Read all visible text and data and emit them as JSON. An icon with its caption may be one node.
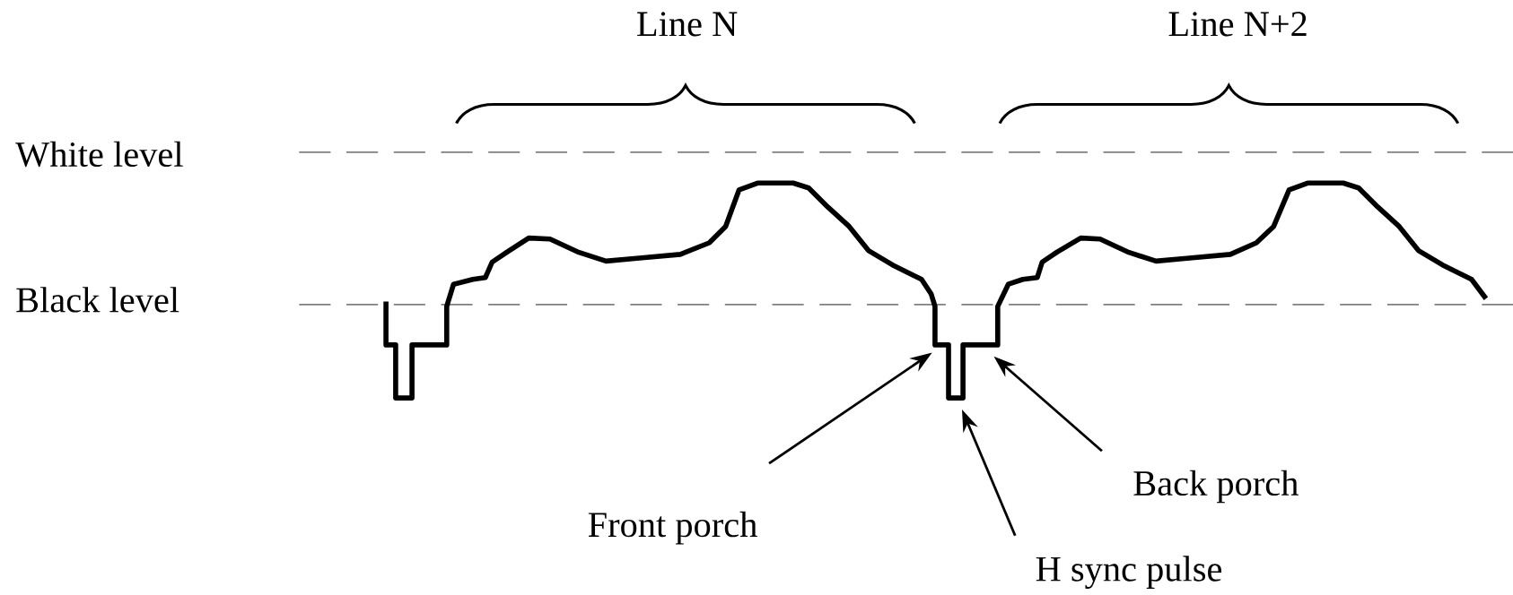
{
  "diagram": {
    "nodes": [
      {
        "text": [
          "Front porch"
        ]
      },
      {
        "text": [
          "H sync pulse"
        ]
      },
      {
        "text": [
          "Back porch"
        ]
      }
    ],
    "edges": [
      {
        "from": 0,
        "to": null,
        "arrow": "to"
      },
      {
        "from": 1,
        "to": null,
        "arrow": "to"
      },
      {
        "from": 2,
        "to": null,
        "arrow": "to"
      }
    ],
    "labels": [
      "Line N",
      "Line N+2",
      "White level",
      "Black level"
    ]
  }
}
